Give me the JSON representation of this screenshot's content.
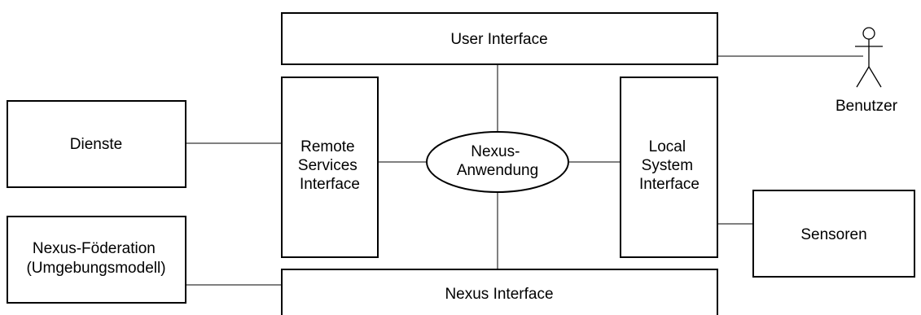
{
  "diagram": {
    "user_interface": "User Interface",
    "benutzer": "Benutzer",
    "dienste": "Dienste",
    "remote_services": [
      "Remote",
      "Services",
      "Interface"
    ],
    "nexus_anwendung": [
      "Nexus-",
      "Anwendung"
    ],
    "local_system": [
      "Local",
      "System",
      "Interface"
    ],
    "sensoren": "Sensoren",
    "nexus_foederation": [
      "Nexus-Föderation",
      "(Umgebungsmodell)"
    ],
    "nexus_interface": "Nexus Interface"
  }
}
